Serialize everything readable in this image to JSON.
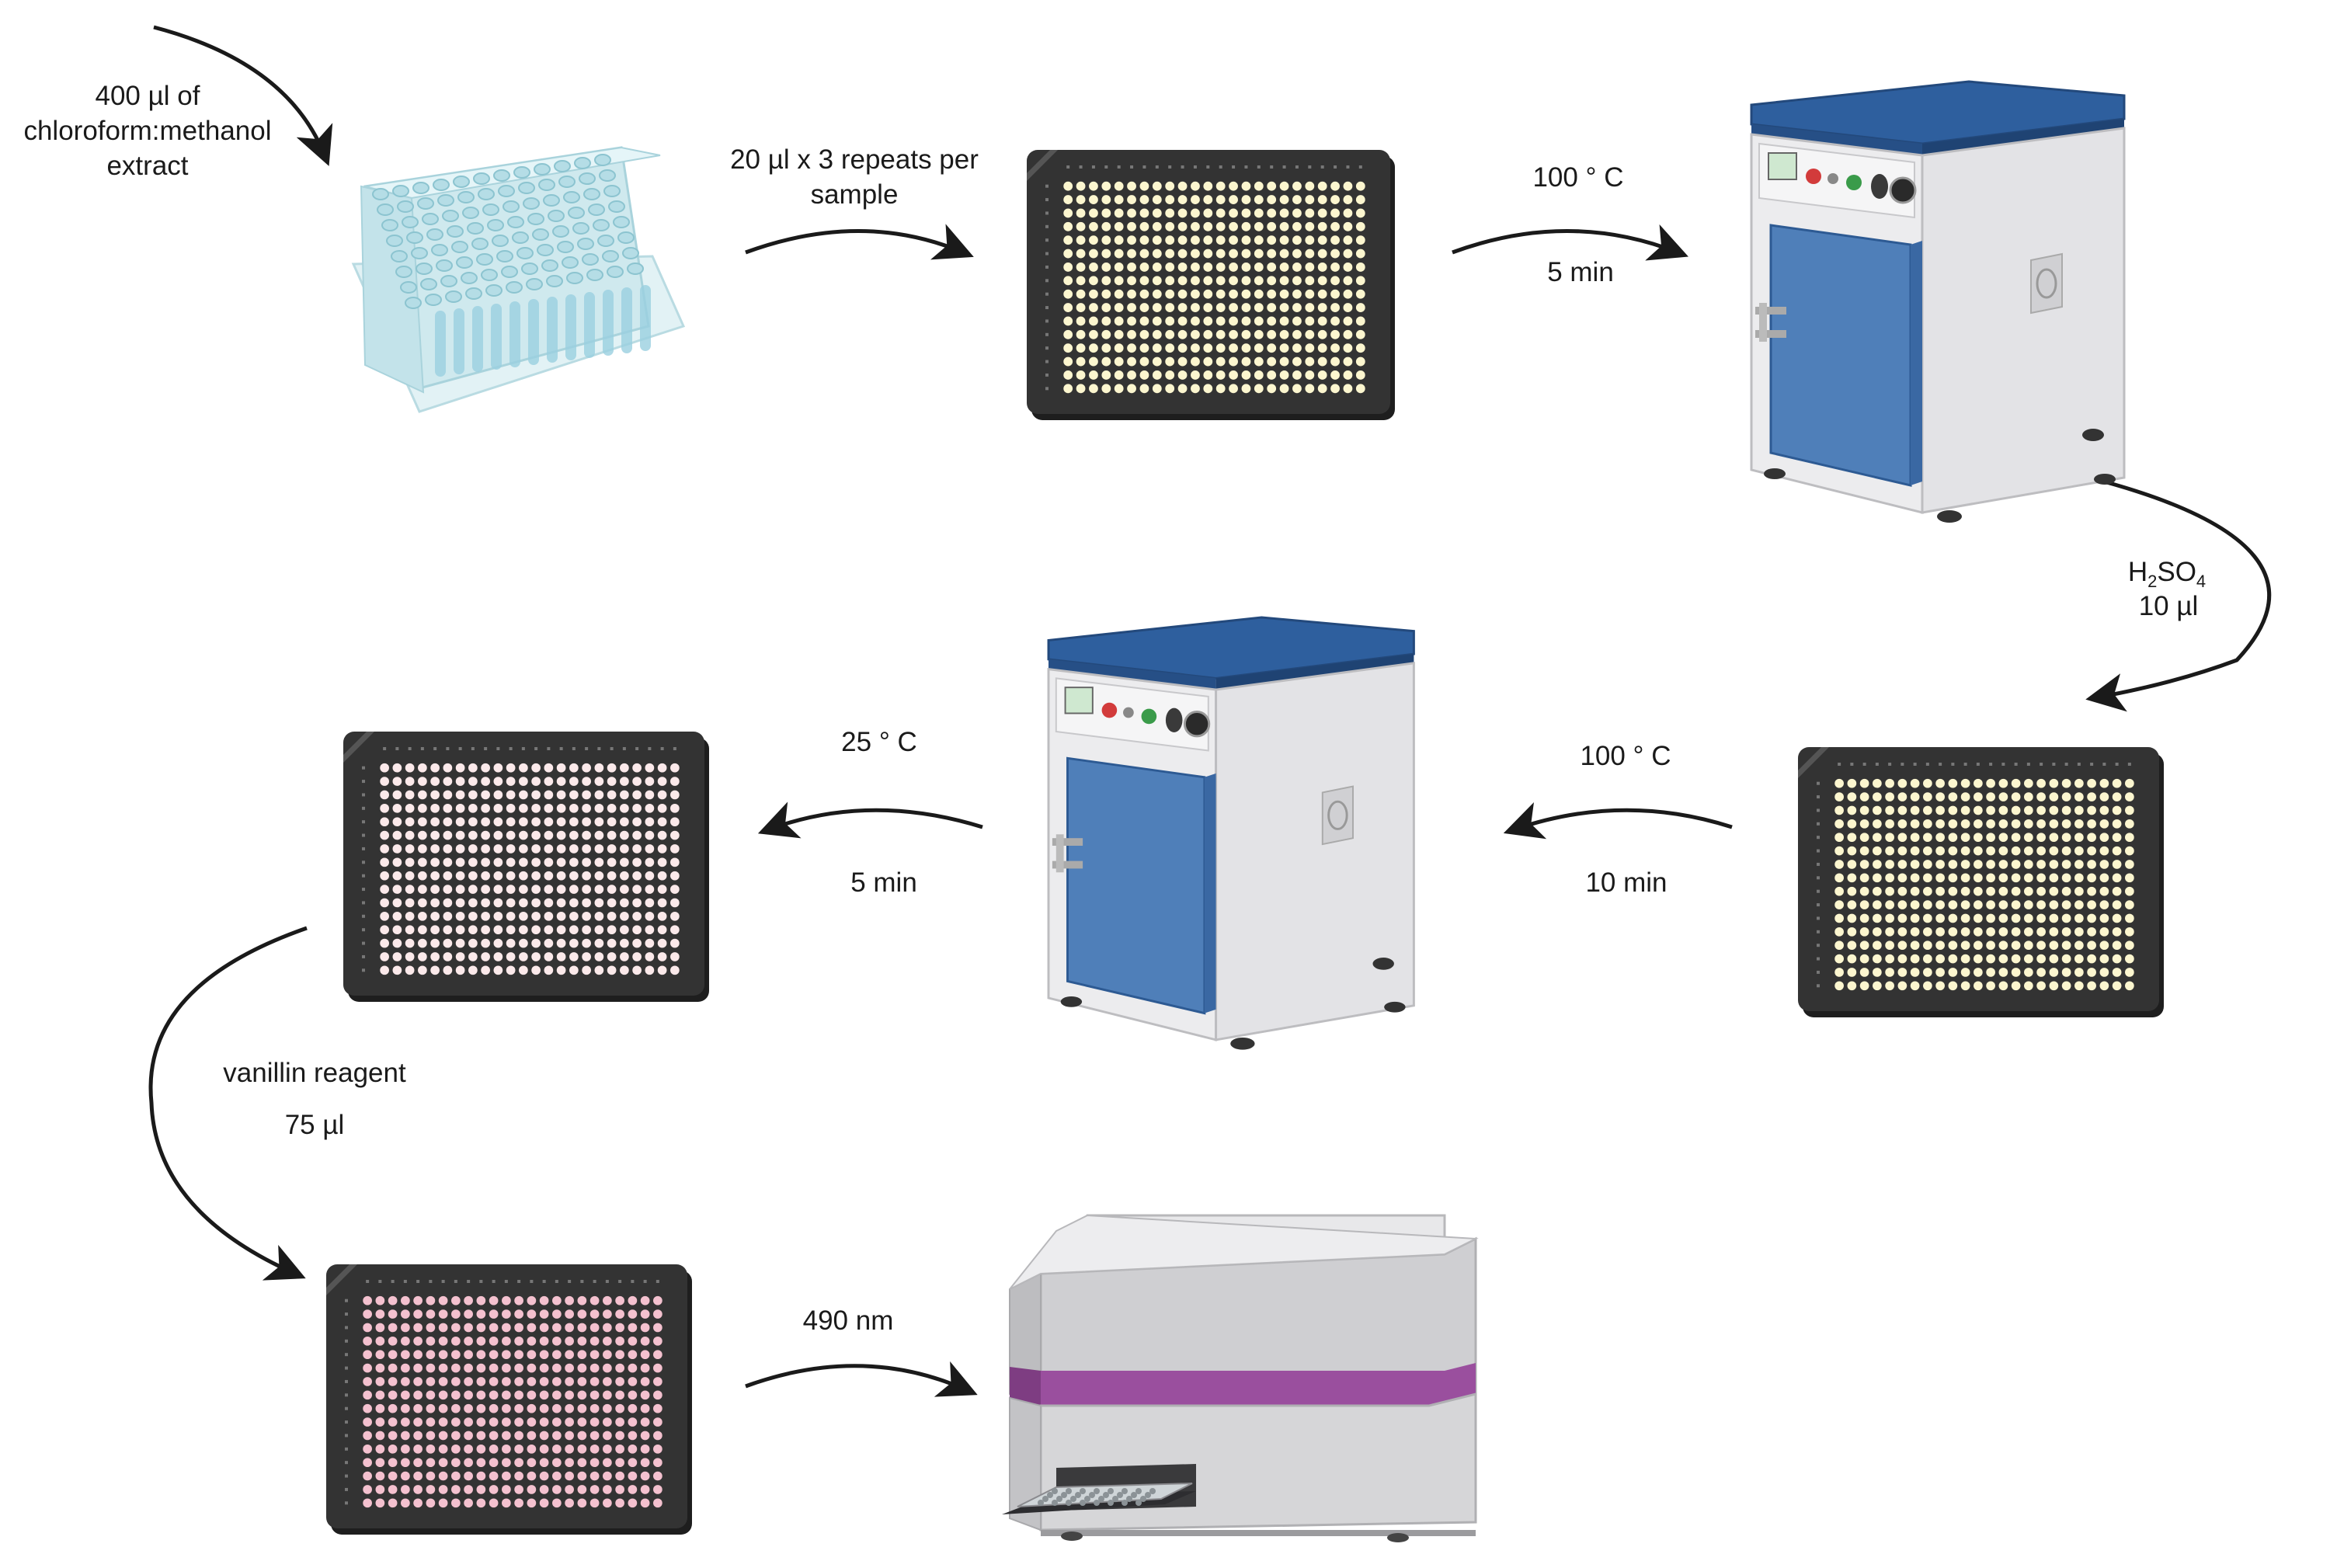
{
  "labels": {
    "extract": [
      "400 µl of",
      "chloroform:methanol",
      "extract"
    ],
    "transfer": [
      "20 µl x 3 repeats per",
      "sample"
    ],
    "heat1_temp": "100 ° C",
    "heat1_time": "5 min",
    "acid_formula": {
      "h": "H",
      "h_sub": "2",
      "so": "SO",
      "so_sub": "4"
    },
    "acid_volume": "10 µl",
    "heat2_temp": "100 ° C",
    "heat2_time": "10 min",
    "cool_temp": "25 ° C",
    "cool_time": "5 min",
    "reagent_name": "vanillin reagent",
    "reagent_volume": "75 µl",
    "readout": "490 nm"
  },
  "colors": {
    "plate_body": "#333333",
    "well_yellow": "#fcf6cf",
    "well_light_pink": "#fbe9ea",
    "well_pink": "#f4c1cf",
    "oven_top": "#2e5f9e",
    "oven_door": "#4f7fb9",
    "oven_body": "#e3e3e6",
    "reader_band": "#9a4f9e",
    "reader_body": "#d6d6d8",
    "arrow": "#1a1a1a",
    "deepwell_block": "#d8eef2"
  },
  "icons": [
    "deep-well-block-icon",
    "microplate-icon",
    "oven-icon",
    "plate-reader-icon"
  ]
}
